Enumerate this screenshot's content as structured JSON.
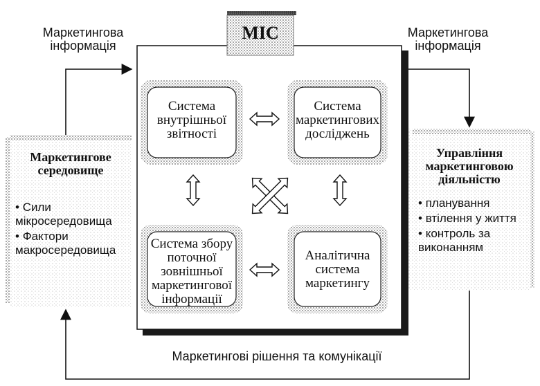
{
  "diagram": {
    "title": "МІС",
    "flows": {
      "top_left": [
        "Маркетингова",
        "інформація"
      ],
      "top_right": [
        "Маркетингова",
        "інформація"
      ],
      "bottom": "Маркетингові рішення та комунікації"
    },
    "subsystems": {
      "internal": [
        "Система",
        "внутрішньої",
        "звітності"
      ],
      "research": [
        "Система",
        "маркетингових",
        "досліджень"
      ],
      "external": [
        "Система збору",
        "поточної",
        "зовнішньої",
        "маркетингової",
        "інформації"
      ],
      "analytic": [
        "Аналітична",
        "система",
        "маркетингу"
      ]
    },
    "environment": {
      "title": [
        "Маркетингове",
        "середовище"
      ],
      "items": [
        {
          "bullet": "•",
          "lines": [
            "Сили",
            "мікросередовища"
          ]
        },
        {
          "bullet": "•",
          "lines": [
            "Фактори",
            "макросередовища"
          ]
        }
      ]
    },
    "management": {
      "title": [
        "Управління",
        "маркетинговою",
        "діяльністю"
      ],
      "items": [
        {
          "bullet": "•",
          "lines": [
            "планування"
          ]
        },
        {
          "bullet": "•",
          "lines": [
            "втілення у життя"
          ]
        },
        {
          "bullet": "•",
          "lines": [
            "контроль за",
            "виконанням"
          ]
        }
      ]
    }
  }
}
